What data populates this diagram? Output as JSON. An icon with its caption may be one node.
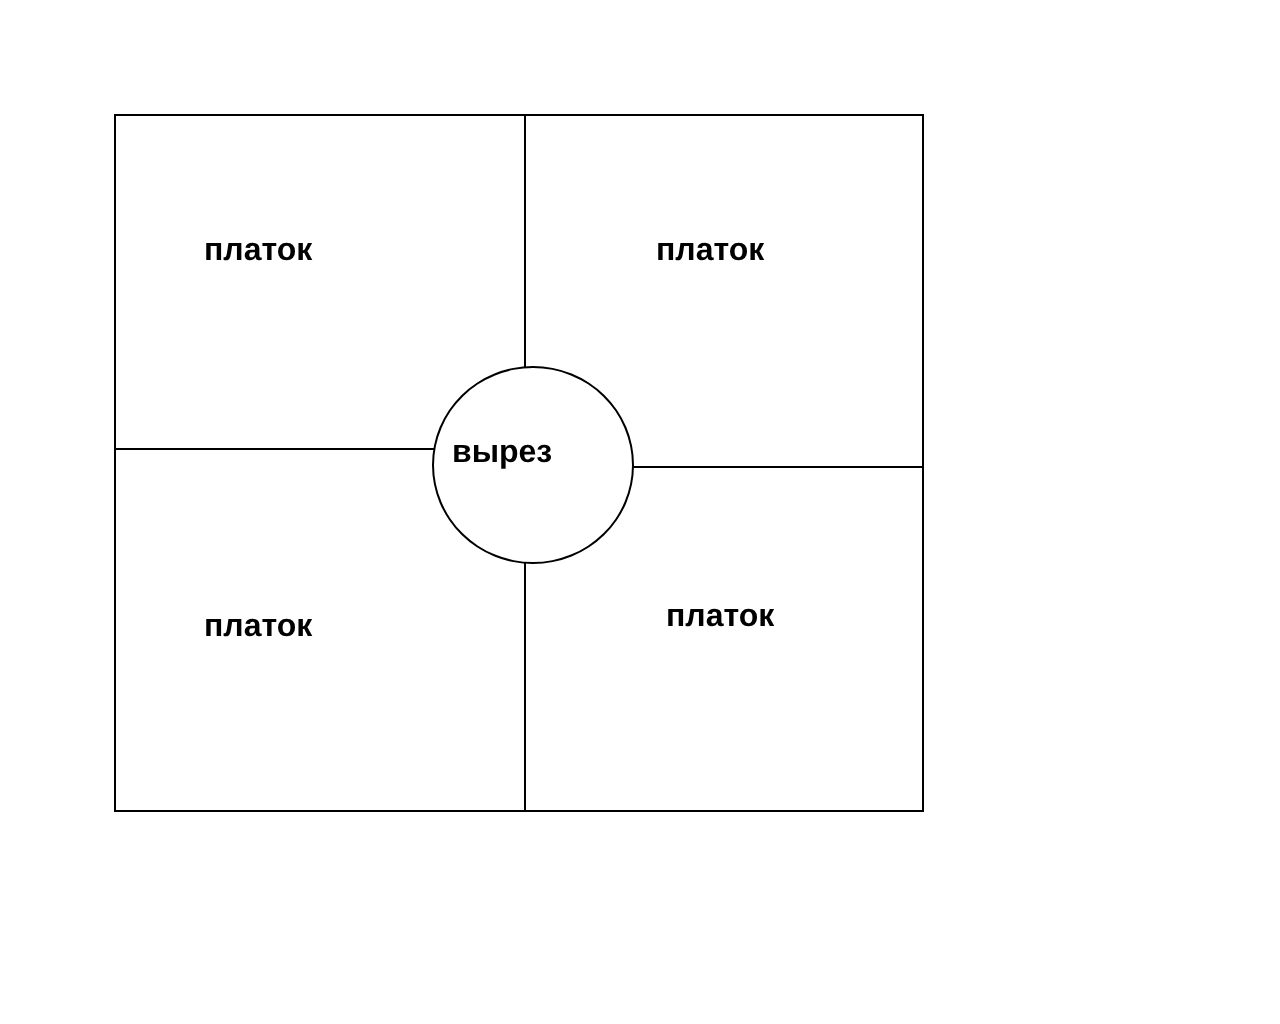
{
  "diagram": {
    "nodes": [
      {
        "text": [
          "платок"
        ]
      },
      {
        "text": [
          "платок"
        ]
      },
      {
        "text": [
          "вырез"
        ]
      },
      {
        "text": [
          "платок"
        ]
      },
      {
        "text": [
          "платок"
        ]
      }
    ]
  }
}
